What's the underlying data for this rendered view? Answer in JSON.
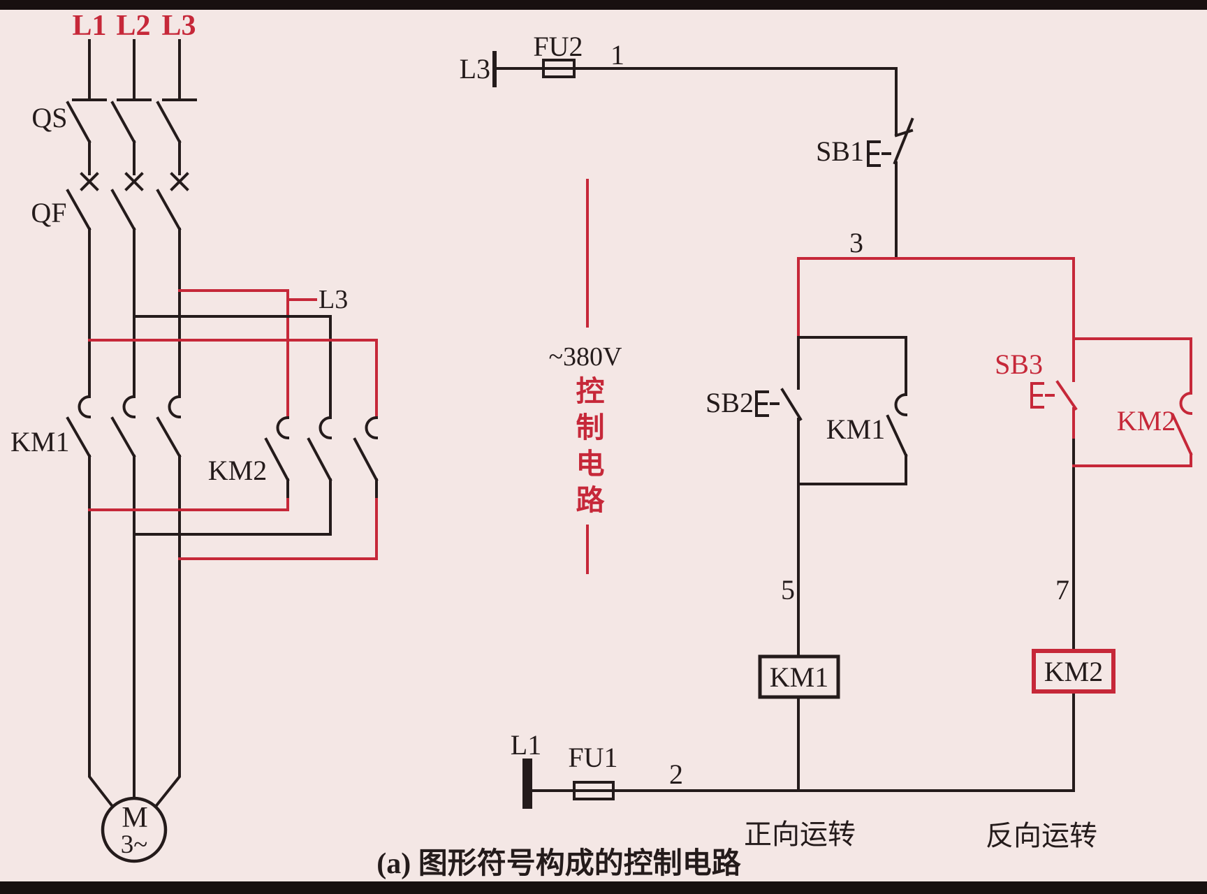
{
  "colors": {
    "background": "#f4e7e5",
    "wire_black": "#241b1b",
    "accent_red": "#c62839",
    "frame_bar": "#181010"
  },
  "main": {
    "phase_labels": [
      "L1",
      "L2",
      "L3"
    ],
    "disconnect_label": "QS",
    "breaker_label": "QF",
    "km1_label": "KM1",
    "km2_label": "KM2",
    "l3_tap_label": "L3",
    "motor_letter": "M",
    "motor_phase": "3~"
  },
  "control": {
    "l3_terminal": "L3",
    "fu2_label": "FU2",
    "node1": "1",
    "sb1_label": "SB1",
    "node3": "3",
    "sb2_label": "SB2",
    "km1_latch_label": "KM1",
    "sb3_label": "SB3",
    "km2_latch_label": "KM2",
    "node5": "5",
    "node7": "7",
    "km1_coil_label": "KM1",
    "km2_coil_label": "KM2",
    "l1_terminal": "L1",
    "fu1_label": "FU1",
    "node2": "2",
    "voltage_label": "~380V",
    "section_label": "控制电路",
    "forward_label": "正向运转",
    "reverse_label": "反向运转"
  },
  "caption": "(a) 图形符号构成的控制电路"
}
